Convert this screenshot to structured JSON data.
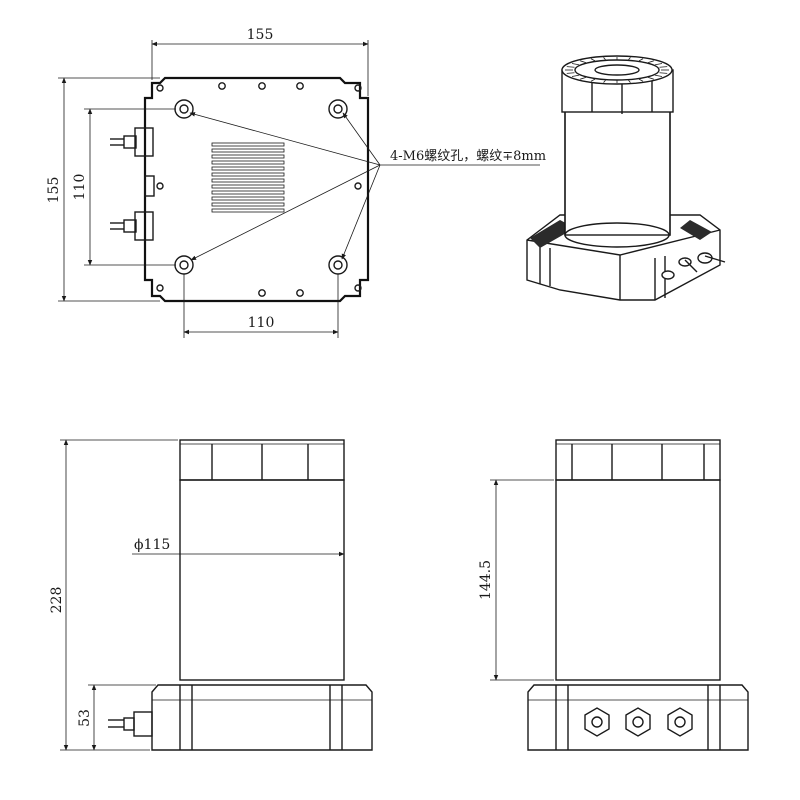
{
  "top_view": {
    "width_label": "155",
    "height_label": "155",
    "inner_height_label": "110",
    "hole_spacing_label": "110"
  },
  "callout": {
    "text": "4-M6螺纹孔，螺纹∓8mm"
  },
  "front_view": {
    "height_label": "228",
    "diameter_label": "ϕ115",
    "base_height_label": "53"
  },
  "side_view": {
    "cylinder_height_label": "144.5"
  },
  "colors": {
    "line": "#1a1a1a",
    "background": "#ffffff"
  }
}
